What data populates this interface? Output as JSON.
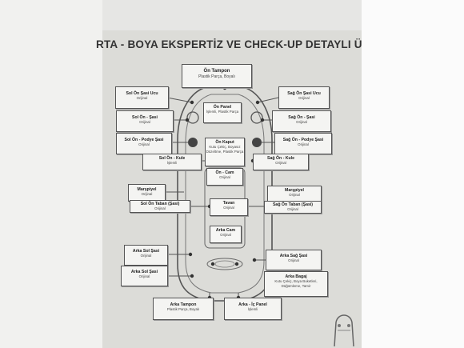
{
  "title": "RTA - BOYA EKSPERTİZ VE CHECK-UP DETAYLI Ü",
  "panels": {
    "front_bumper": {
      "title": "Ön Tampon",
      "value": "Plastik Parça, Boyalı"
    },
    "left_front_bumper": {
      "title": "Sol Ön Şasi Ucu",
      "value": "Orijinal"
    },
    "right_front_bumper": {
      "title": "Sağ Ön Şasi Ucu",
      "value": "Orijinal"
    },
    "front_panel": {
      "title": "Ön Panel",
      "value": "İşlemli, Plastik Parça"
    },
    "left_front_fender": {
      "title": "Sol Ön - Şasi",
      "value": "Orijinal"
    },
    "right_front_fender": {
      "title": "Sağ Ön - Şasi",
      "value": "Orijinal"
    },
    "left_front_strut": {
      "title": "Sol Ön - Podye Şasi",
      "value": "Orijinal"
    },
    "right_front_strut": {
      "title": "Sağ Ön - Podye Şasi",
      "value": "Orijinal"
    },
    "hood": {
      "title": "Ön Kaput",
      "value": "Kutu Çekiç, Boyasız Düzeltme, Plastik Parça"
    },
    "left_front_pillar": {
      "title": "Sol Ön - Kule",
      "value": "İşlemli"
    },
    "right_front_pillar": {
      "title": "Sağ Ön - Kule",
      "value": "Orijinal"
    },
    "front_cam": {
      "title": "Ön - Cam",
      "value": "Orijinal"
    },
    "left_threshold": {
      "title": "Marşpiyel",
      "value": "Orijinal"
    },
    "right_threshold": {
      "title": "Marşpiyel",
      "value": "Orijinal"
    },
    "left_floor": {
      "title": "Sol Ön Taban (Şasi)",
      "value": "Orijinal"
    },
    "right_floor": {
      "title": "Sağ Ön Taban (Şasi)",
      "value": "Orijinal"
    },
    "roof": {
      "title": "Tavan",
      "value": "Orijinal"
    },
    "rear_cam": {
      "title": "Arka Cam",
      "value": "Orijinal"
    },
    "left_rear_fender": {
      "title": "Arka Sol Şasi",
      "value": "Orijinal"
    },
    "right_rear_fender": {
      "title": "Arka Sağ Şasi",
      "value": "Orijinal"
    },
    "left_rear_floor": {
      "title": "Arka Sol Şasi",
      "value": "Orijinal"
    },
    "trunk": {
      "title": "Arka Bagaj",
      "value": "Kutu Çekiç, Boya Buketleri, Düğümleme, Tamir"
    },
    "rear_bumper": {
      "title": "Arka Tampon",
      "value": "Plastik Parça, Boyalı"
    },
    "rear_panel": {
      "title": "Arka - İç Panel",
      "value": "İşlemli"
    }
  }
}
